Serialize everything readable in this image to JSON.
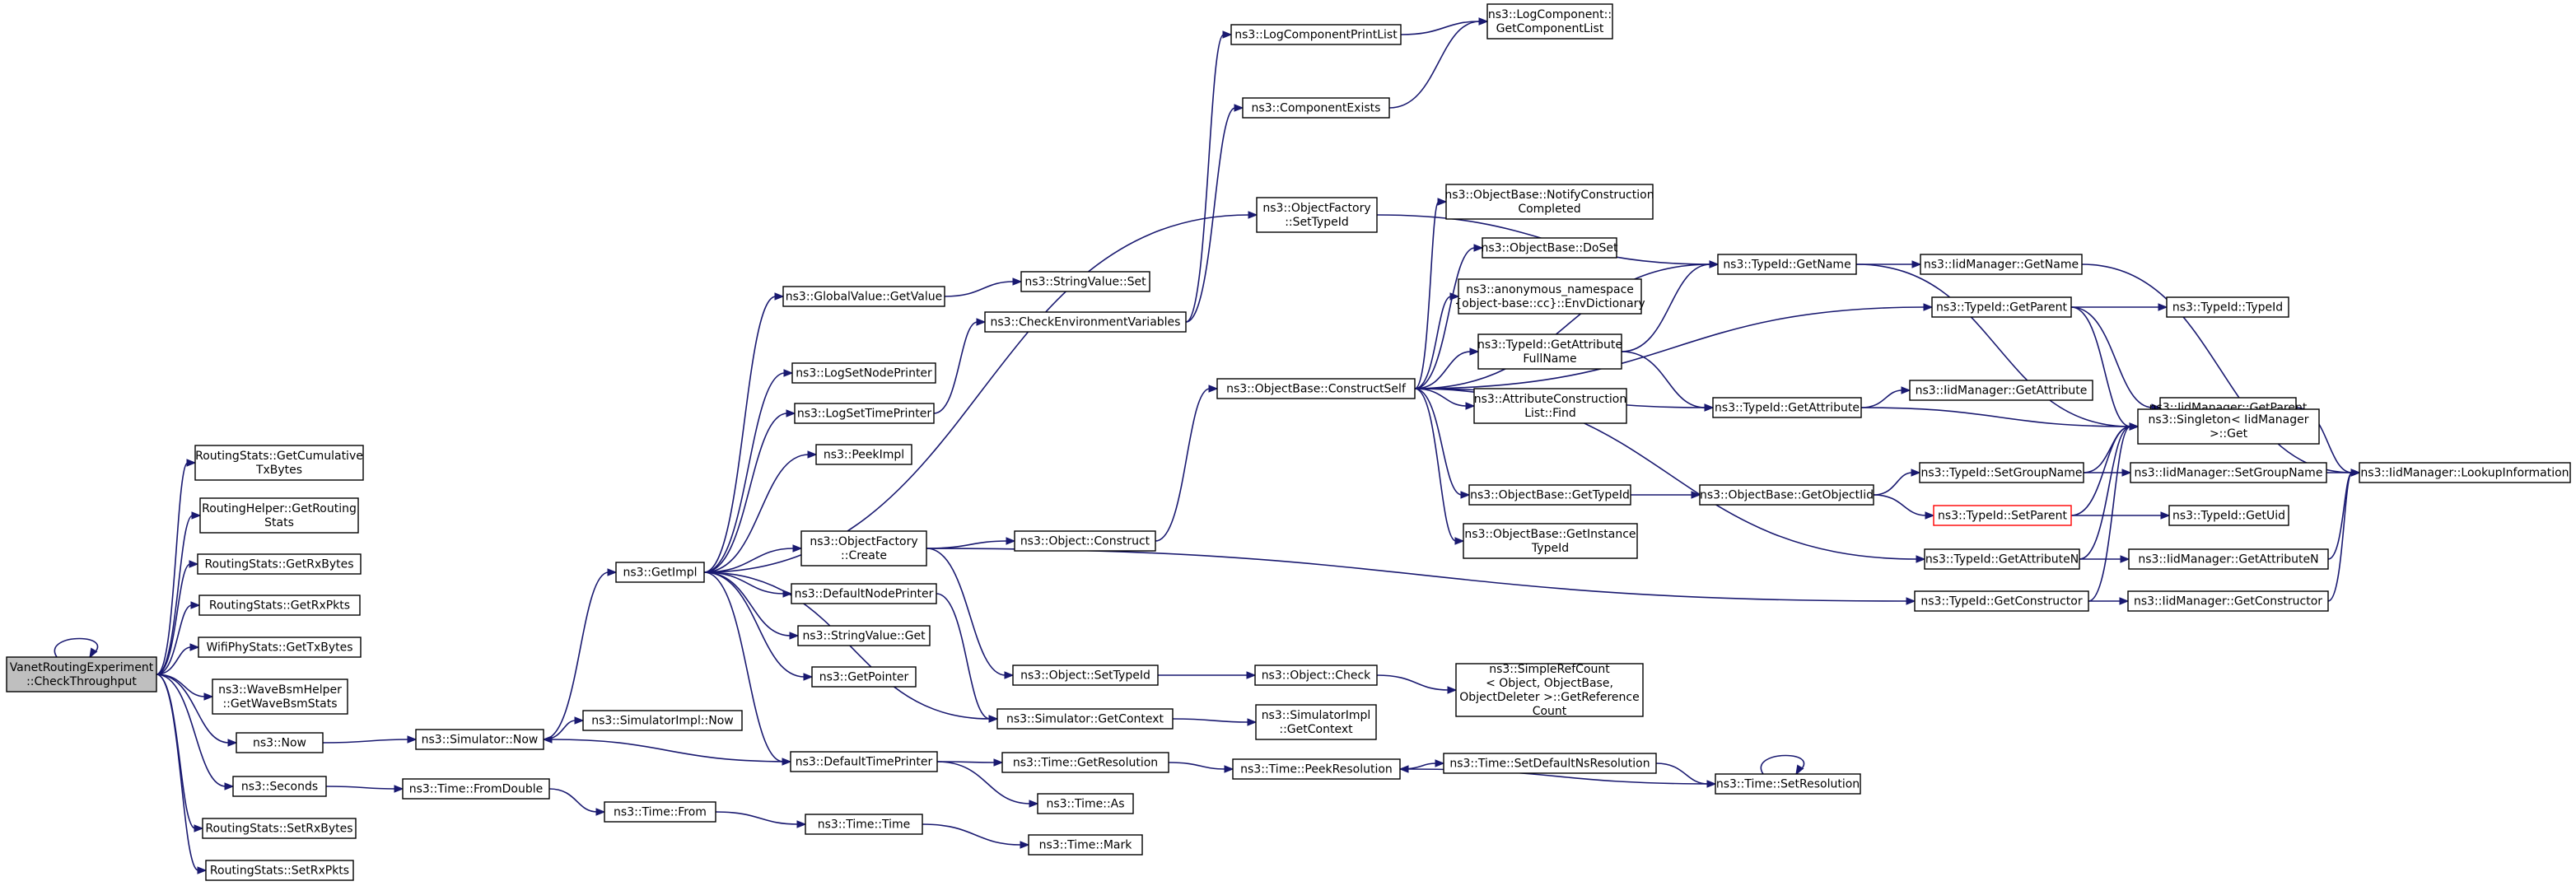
{
  "graph": {
    "nodes": [
      {
        "id": "root",
        "lines": [
          "VanetRoutingExperiment",
          "::CheckThroughput"
        ],
        "style": "root"
      },
      {
        "id": "rs_getcumtx",
        "lines": [
          "RoutingStats::GetCumulative",
          "TxBytes"
        ]
      },
      {
        "id": "rh_getstats",
        "lines": [
          "RoutingHelper::GetRouting",
          "Stats"
        ]
      },
      {
        "id": "rs_getrxbytes",
        "lines": [
          "RoutingStats::GetRxBytes"
        ]
      },
      {
        "id": "rs_getrxpkts",
        "lines": [
          "RoutingStats::GetRxPkts"
        ]
      },
      {
        "id": "wifi_gettx",
        "lines": [
          "WifiPhyStats::GetTxBytes"
        ]
      },
      {
        "id": "wave_stats",
        "lines": [
          "ns3::WaveBsmHelper",
          "::GetWaveBsmStats"
        ]
      },
      {
        "id": "now",
        "lines": [
          "ns3::Now"
        ]
      },
      {
        "id": "seconds",
        "lines": [
          "ns3::Seconds"
        ]
      },
      {
        "id": "rs_setrxbytes",
        "lines": [
          "RoutingStats::SetRxBytes"
        ]
      },
      {
        "id": "rs_setrxpkts",
        "lines": [
          "RoutingStats::SetRxPkts"
        ]
      },
      {
        "id": "sim_now",
        "lines": [
          "ns3::Simulator::Now"
        ]
      },
      {
        "id": "time_fromdouble",
        "lines": [
          "ns3::Time::FromDouble"
        ]
      },
      {
        "id": "simimpl_now",
        "lines": [
          "ns3::SimulatorImpl::Now"
        ]
      },
      {
        "id": "getimpl",
        "lines": [
          "ns3::GetImpl"
        ]
      },
      {
        "id": "time_from",
        "lines": [
          "ns3::Time::From"
        ]
      },
      {
        "id": "globalvalue_get",
        "lines": [
          "ns3::GlobalValue::GetValue"
        ]
      },
      {
        "id": "logsetnode",
        "lines": [
          "ns3::LogSetNodePrinter"
        ]
      },
      {
        "id": "logsettime",
        "lines": [
          "ns3::LogSetTimePrinter"
        ]
      },
      {
        "id": "peekimpl",
        "lines": [
          "ns3::PeekImpl"
        ]
      },
      {
        "id": "of_create",
        "lines": [
          "ns3::ObjectFactory",
          "::Create"
        ]
      },
      {
        "id": "defnodeprinter",
        "lines": [
          "ns3::DefaultNodePrinter"
        ]
      },
      {
        "id": "stringvalue_get",
        "lines": [
          "ns3::StringValue::Get"
        ]
      },
      {
        "id": "getpointer",
        "lines": [
          "ns3::GetPointer"
        ]
      },
      {
        "id": "deftimeprinter",
        "lines": [
          "ns3::DefaultTimePrinter"
        ]
      },
      {
        "id": "time_time",
        "lines": [
          "ns3::Time::Time"
        ]
      },
      {
        "id": "stringvalue_set",
        "lines": [
          "ns3::StringValue::Set"
        ]
      },
      {
        "id": "checkenv",
        "lines": [
          "ns3::CheckEnvironmentVariables"
        ]
      },
      {
        "id": "object_construct",
        "lines": [
          "ns3::Object::Construct"
        ]
      },
      {
        "id": "object_settypeid",
        "lines": [
          "ns3::Object::SetTypeId"
        ]
      },
      {
        "id": "sim_getcontext",
        "lines": [
          "ns3::Simulator::GetContext"
        ]
      },
      {
        "id": "time_getres",
        "lines": [
          "ns3::Time::GetResolution"
        ]
      },
      {
        "id": "time_as",
        "lines": [
          "ns3::Time::As"
        ]
      },
      {
        "id": "time_mark",
        "lines": [
          "ns3::Time::Mark"
        ]
      },
      {
        "id": "logcompprintlist",
        "lines": [
          "ns3::LogComponentPrintList"
        ]
      },
      {
        "id": "componentexists",
        "lines": [
          "ns3::ComponentExists"
        ]
      },
      {
        "id": "of_settypeid",
        "lines": [
          "ns3::ObjectFactory",
          "::SetTypeId"
        ]
      },
      {
        "id": "constructself",
        "lines": [
          "ns3::ObjectBase::ConstructSelf"
        ]
      },
      {
        "id": "object_check",
        "lines": [
          "ns3::Object::Check"
        ]
      },
      {
        "id": "simimpl_getcontext",
        "lines": [
          "ns3::SimulatorImpl",
          "::GetContext"
        ]
      },
      {
        "id": "time_peekres",
        "lines": [
          "ns3::Time::PeekResolution"
        ]
      },
      {
        "id": "logcomp_getlist",
        "lines": [
          "ns3::LogComponent::",
          "GetComponentList"
        ]
      },
      {
        "id": "ob_notify",
        "lines": [
          "ns3::ObjectBase::NotifyConstruction",
          "Completed"
        ]
      },
      {
        "id": "ob_doset",
        "lines": [
          "ns3::ObjectBase::DoSet"
        ]
      },
      {
        "id": "anon_envdict",
        "lines": [
          "ns3::anonymous_namespace",
          "{object-base::cc}::EnvDictionary"
        ]
      },
      {
        "id": "typeid_getattrfull",
        "lines": [
          "ns3::TypeId::GetAttribute",
          "FullName"
        ]
      },
      {
        "id": "attrconst_find",
        "lines": [
          "ns3::AttributeConstruction",
          "List::Find"
        ]
      },
      {
        "id": "ob_gettypeid",
        "lines": [
          "ns3::ObjectBase::GetTypeId"
        ]
      },
      {
        "id": "ob_getinsttypeid",
        "lines": [
          "ns3::ObjectBase::GetInstance",
          "TypeId"
        ]
      },
      {
        "id": "simplerefcount",
        "lines": [
          "ns3::SimpleRefCount",
          "< Object, ObjectBase,",
          "ObjectDeleter >::GetReference",
          "Count"
        ]
      },
      {
        "id": "time_setdefns",
        "lines": [
          "ns3::Time::SetDefaultNsResolution"
        ]
      },
      {
        "id": "typeid_getname",
        "lines": [
          "ns3::TypeId::GetName"
        ]
      },
      {
        "id": "typeid_getattr",
        "lines": [
          "ns3::TypeId::GetAttribute"
        ]
      },
      {
        "id": "ob_getobjtid",
        "lines": [
          "ns3::ObjectBase::GetObjectIid"
        ]
      },
      {
        "id": "time_setres",
        "lines": [
          "ns3::Time::SetResolution"
        ]
      },
      {
        "id": "iid_getname",
        "lines": [
          "ns3::IidManager::GetName"
        ]
      },
      {
        "id": "typeid_getparent",
        "lines": [
          "ns3::TypeId::GetParent"
        ]
      },
      {
        "id": "iid_getattr",
        "lines": [
          "ns3::IidManager::GetAttribute"
        ]
      },
      {
        "id": "typeid_setgroup",
        "lines": [
          "ns3::TypeId::SetGroupName"
        ]
      },
      {
        "id": "typeid_setparent",
        "lines": [
          "ns3::TypeId::SetParent"
        ],
        "style": "red"
      },
      {
        "id": "typeid_getattrn",
        "lines": [
          "ns3::TypeId::GetAttributeN"
        ]
      },
      {
        "id": "typeid_getctor",
        "lines": [
          "ns3::TypeId::GetConstructor"
        ]
      },
      {
        "id": "typeid_typeid",
        "lines": [
          "ns3::TypeId::TypeId"
        ]
      },
      {
        "id": "iid_getparent",
        "lines": [
          "ns3::IidManager::GetParent"
        ]
      },
      {
        "id": "singleton_get",
        "lines": [
          "ns3::Singleton< IidManager",
          " >::Get"
        ]
      },
      {
        "id": "iid_setgroup",
        "lines": [
          "ns3::IidManager::SetGroupName"
        ]
      },
      {
        "id": "typeid_getuid",
        "lines": [
          "ns3::TypeId::GetUid"
        ]
      },
      {
        "id": "iid_getattrn",
        "lines": [
          "ns3::IidManager::GetAttributeN"
        ]
      },
      {
        "id": "iid_getctor",
        "lines": [
          "ns3::IidManager::GetConstructor"
        ]
      },
      {
        "id": "iid_lookup",
        "lines": [
          "ns3::IidManager::LookupInformation"
        ]
      }
    ],
    "edges": [
      [
        "root",
        "root"
      ],
      [
        "root",
        "rs_getcumtx"
      ],
      [
        "root",
        "rh_getstats"
      ],
      [
        "root",
        "rs_getrxbytes"
      ],
      [
        "root",
        "rs_getrxpkts"
      ],
      [
        "root",
        "wifi_gettx"
      ],
      [
        "root",
        "wave_stats"
      ],
      [
        "root",
        "now"
      ],
      [
        "root",
        "seconds"
      ],
      [
        "root",
        "rs_setrxbytes"
      ],
      [
        "root",
        "rs_setrxpkts"
      ],
      [
        "now",
        "sim_now"
      ],
      [
        "seconds",
        "time_fromdouble"
      ],
      [
        "sim_now",
        "getimpl"
      ],
      [
        "sim_now",
        "simimpl_now"
      ],
      [
        "time_fromdouble",
        "time_from"
      ],
      [
        "time_from",
        "time_time"
      ],
      [
        "time_time",
        "time_mark"
      ],
      [
        "getimpl",
        "globalvalue_get"
      ],
      [
        "getimpl",
        "logsetnode"
      ],
      [
        "getimpl",
        "logsettime"
      ],
      [
        "getimpl",
        "peekimpl"
      ],
      [
        "getimpl",
        "of_create"
      ],
      [
        "getimpl",
        "defnodeprinter"
      ],
      [
        "getimpl",
        "stringvalue_get"
      ],
      [
        "getimpl",
        "getpointer"
      ],
      [
        "getimpl",
        "deftimeprinter"
      ],
      [
        "getimpl",
        "of_settypeid"
      ],
      [
        "getimpl",
        "sim_getcontext"
      ],
      [
        "globalvalue_get",
        "stringvalue_set"
      ],
      [
        "logsettime",
        "checkenv"
      ],
      [
        "checkenv",
        "logcompprintlist"
      ],
      [
        "checkenv",
        "componentexists"
      ],
      [
        "logcompprintlist",
        "logcomp_getlist"
      ],
      [
        "componentexists",
        "logcomp_getlist"
      ],
      [
        "of_create",
        "object_construct"
      ],
      [
        "of_create",
        "object_settypeid"
      ],
      [
        "of_create",
        "typeid_getctor"
      ],
      [
        "defnodeprinter",
        "sim_getcontext"
      ],
      [
        "deftimeprinter",
        "sim_now"
      ],
      [
        "deftimeprinter",
        "time_getres"
      ],
      [
        "deftimeprinter",
        "time_as"
      ],
      [
        "object_construct",
        "constructself"
      ],
      [
        "object_settypeid",
        "object_check"
      ],
      [
        "object_check",
        "simplerefcount"
      ],
      [
        "sim_getcontext",
        "simimpl_getcontext"
      ],
      [
        "time_getres",
        "time_peekres"
      ],
      [
        "time_peekres",
        "time_setdefns"
      ],
      [
        "time_setdefns",
        "time_setres"
      ],
      [
        "time_setres",
        "time_setres"
      ],
      [
        "time_setres",
        "time_peekres"
      ],
      [
        "of_settypeid",
        "typeid_getname"
      ],
      [
        "constructself",
        "ob_notify"
      ],
      [
        "constructself",
        "ob_doset"
      ],
      [
        "constructself",
        "anon_envdict"
      ],
      [
        "constructself",
        "typeid_getattrfull"
      ],
      [
        "constructself",
        "attrconst_find"
      ],
      [
        "constructself",
        "ob_gettypeid"
      ],
      [
        "constructself",
        "ob_getinsttypeid"
      ],
      [
        "constructself",
        "typeid_getname"
      ],
      [
        "constructself",
        "typeid_getparent"
      ],
      [
        "constructself",
        "typeid_getattr"
      ],
      [
        "constructself",
        "typeid_getattrn"
      ],
      [
        "typeid_getattrfull",
        "typeid_getname"
      ],
      [
        "typeid_getattrfull",
        "typeid_getattr"
      ],
      [
        "ob_gettypeid",
        "ob_getobjtid"
      ],
      [
        "ob_getobjtid",
        "typeid_setgroup"
      ],
      [
        "ob_getobjtid",
        "typeid_setparent"
      ],
      [
        "typeid_getname",
        "iid_getname"
      ],
      [
        "typeid_getname",
        "singleton_get"
      ],
      [
        "typeid_getattr",
        "iid_getattr"
      ],
      [
        "typeid_getattr",
        "singleton_get"
      ],
      [
        "typeid_getparent",
        "typeid_typeid"
      ],
      [
        "typeid_getparent",
        "iid_getparent"
      ],
      [
        "typeid_getparent",
        "singleton_get"
      ],
      [
        "typeid_setgroup",
        "iid_setgroup"
      ],
      [
        "typeid_setgroup",
        "singleton_get"
      ],
      [
        "typeid_setparent",
        "typeid_getuid"
      ],
      [
        "typeid_setparent",
        "singleton_get"
      ],
      [
        "typeid_getattrn",
        "iid_getattrn"
      ],
      [
        "typeid_getattrn",
        "singleton_get"
      ],
      [
        "typeid_getctor",
        "iid_getctor"
      ],
      [
        "typeid_getctor",
        "singleton_get"
      ],
      [
        "iid_getname",
        "iid_lookup"
      ],
      [
        "iid_getparent",
        "iid_lookup"
      ],
      [
        "iid_setgroup",
        "iid_lookup"
      ],
      [
        "iid_getattrn",
        "iid_lookup"
      ],
      [
        "iid_getctor",
        "iid_lookup"
      ]
    ]
  }
}
